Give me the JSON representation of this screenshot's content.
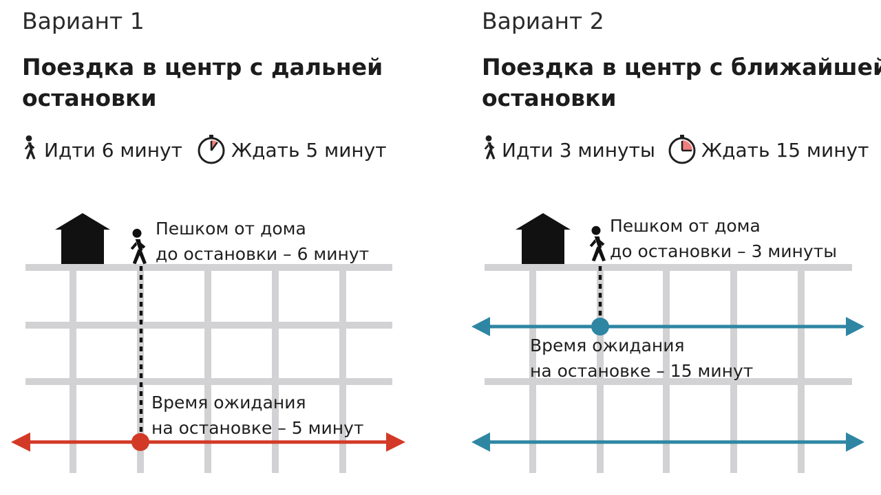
{
  "colors": {
    "grid": "#d2d2d4",
    "house": "#111111",
    "variant1_route": "#d23a27",
    "variant2_route": "#2e86a3",
    "clock_fill": "#f07e7e"
  },
  "variant1": {
    "heading": "Вариант 1",
    "title_line1": "Поездка в центр с дальней",
    "title_line2": "остановки",
    "walk_stat": "Идти 6 минут",
    "wait_stat": "Ждать 5 минут",
    "walk_label_line1": "Пешком от дома",
    "walk_label_line2": "до остановки – 6 минут",
    "wait_label_line1": "Время ожидания",
    "wait_label_line2": "на остановке – 5 минут",
    "walk_minutes": 6,
    "wait_minutes": 5
  },
  "variant2": {
    "heading": "Вариант 2",
    "title_line1": "Поездка в центр с ближайшей",
    "title_line2": "остановки",
    "walk_stat": "Идти 3 минуты",
    "wait_stat": "Ждать 15 минут",
    "walk_label_line1": "Пешком от дома",
    "walk_label_line2": "до остановки – 3 минуты",
    "wait_label_line1": "Время ожидания",
    "wait_label_line2": "на остановке – 15 минут",
    "walk_minutes": 3,
    "wait_minutes": 15
  },
  "icons": {
    "walker": "walking-person-icon",
    "clock": "clock-icon",
    "house": "house-icon",
    "stop": "bus-stop-icon"
  }
}
